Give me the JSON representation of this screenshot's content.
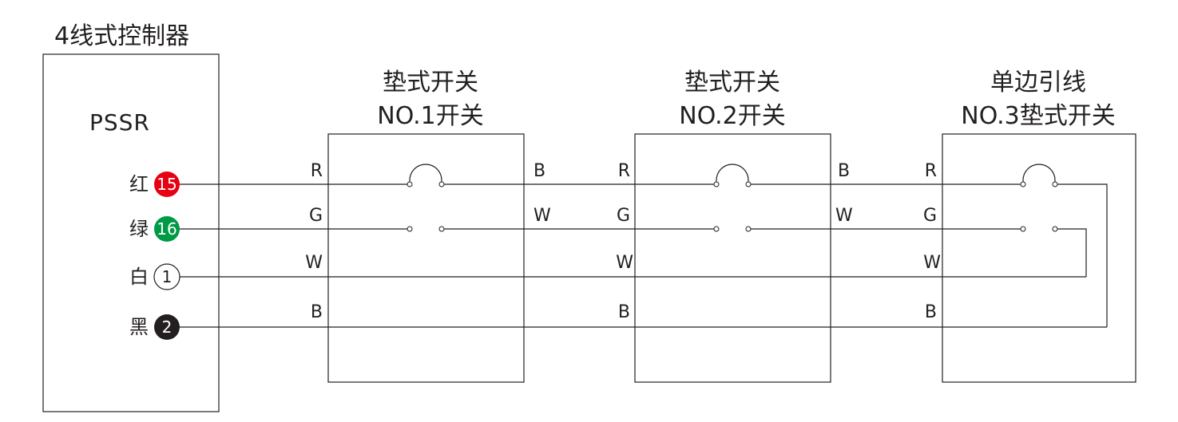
{
  "controller": {
    "title": "4线式控制器",
    "model": "PSSR",
    "terminals": [
      {
        "label": "红",
        "number": "15",
        "color": "#e60012",
        "text_color": "#ffffff"
      },
      {
        "label": "绿",
        "number": "16",
        "color": "#009944",
        "text_color": "#ffffff"
      },
      {
        "label": "白",
        "number": "1",
        "color": "#ffffff",
        "text_color": "#231f20"
      },
      {
        "label": "黑",
        "number": "2",
        "color": "#231f20",
        "text_color": "#ffffff"
      }
    ]
  },
  "switches": [
    {
      "title_line1": "垫式开关",
      "title_line2": "NO.1开关",
      "left_pins": [
        "R",
        "G",
        "W",
        "B"
      ],
      "right_pins": [
        "B",
        "W"
      ]
    },
    {
      "title_line1": "垫式开关",
      "title_line2": "NO.2开关",
      "left_pins": [
        "R",
        "G",
        "W",
        "B"
      ],
      "right_pins": [
        "B",
        "W"
      ]
    },
    {
      "title_line1": "单边引线",
      "title_line2": "NO.3垫式开关",
      "left_pins": [
        "R",
        "G",
        "W",
        "B"
      ],
      "right_pins": []
    }
  ]
}
